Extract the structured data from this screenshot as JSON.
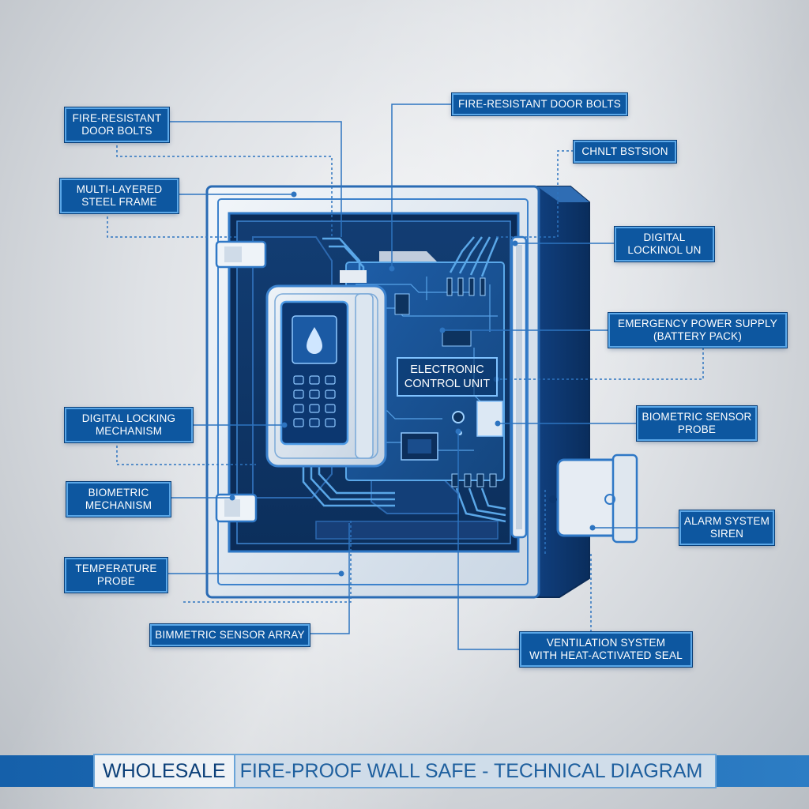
{
  "labels": {
    "fire_resistant_bolts_left": {
      "line1": "FIRE-RESISTANT",
      "line2": "DOOR BOLTS"
    },
    "multi_layered_frame": {
      "line1": "MULTI-LAYERED",
      "line2": "STEEL FRAME"
    },
    "digital_locking_mechanism": {
      "line1": "DIGITAL LOCKING",
      "line2": "MECHANISM"
    },
    "biometric_mechanism": {
      "line1": "BIOMETRIC",
      "line2": "MECHANISM"
    },
    "temperature_probe": {
      "line1": "TEMPERATURE",
      "line2": "PROBE"
    },
    "bimetric_sensor_array": {
      "line1": "BIMMETRIC SENSOR ARRAY"
    },
    "fire_resistant_bolts_top": {
      "line1": "FIRE-RESISTANT DOOR BOLTS"
    },
    "chnlt_bstsion": {
      "line1": "CHNLT BSTSION"
    },
    "digital_lockinol": {
      "line1": "DIGITAL",
      "line2": "LOCKINOL UN"
    },
    "emergency_power": {
      "line1": "EMERGENCY POWER SUPPLY",
      "line2": "(BATTERY PACK)"
    },
    "biometric_sensor_probe": {
      "line1": "BIOMETRIC SENSOR",
      "line2": "PROBE"
    },
    "alarm_system_siren": {
      "line1": "ALARM SYSTEM",
      "line2": "SIREN"
    },
    "ventilation_system": {
      "line1": "VENTILATION SYSTEM",
      "line2": "WITH HEAT-ACTIVATED SEAL"
    },
    "electronic_control_unit": {
      "line1": "ELECTRONIC",
      "line2": "CONTROL UNIT"
    }
  },
  "title": {
    "part1": "WHOLESALE",
    "part2": "FIRE-PROOF WALL SAFE - TECHNICAL DIAGRAM"
  },
  "colors": {
    "label_fill": "#0d57a0",
    "label_border": "#5aa7e8",
    "safe_dark": "#0b3a78",
    "safe_light": "#e6ecf3",
    "circuit_blue": "#1d6ec8",
    "leader_line": "#2d74c0"
  },
  "icons": {
    "keypad_drop": "water-drop-icon",
    "keypad_keys": "keypad-icon"
  }
}
